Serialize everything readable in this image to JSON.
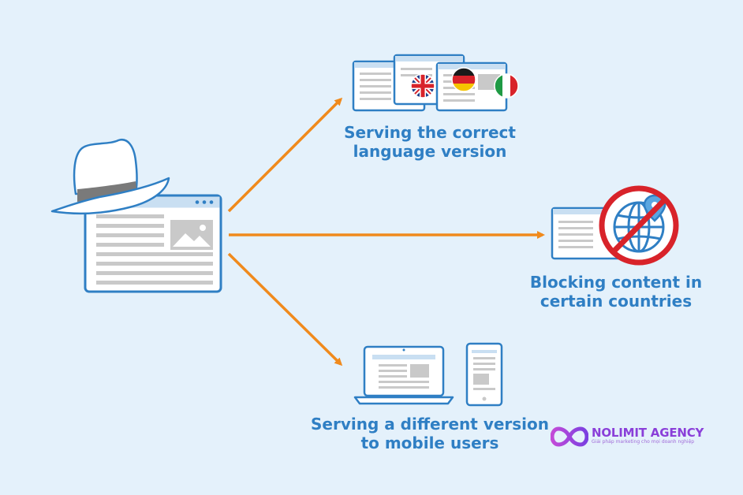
{
  "captions": {
    "language": {
      "line1": "Serving the correct",
      "line2": "language version"
    },
    "blocking": {
      "line1": "Blocking content in",
      "line2": "certain countries"
    },
    "mobile": {
      "line1": "Serving a different version",
      "line2": "to mobile users"
    }
  },
  "logo": {
    "name": "NOLIMIT AGENCY",
    "tagline": "Giải pháp marketing cho mọi doanh nghiệp"
  },
  "icons": {
    "hat": "white-hat-icon",
    "flags": [
      "uk-flag-icon",
      "germany-flag-icon",
      "italy-flag-icon"
    ],
    "blocked": "blocked-globe-icon",
    "devices": [
      "laptop-icon",
      "phone-icon"
    ]
  },
  "colors": {
    "background": "#e4f1fb",
    "accent_blue": "#2f7fc4",
    "arrow_orange": "#f08a1c",
    "block_red": "#d8232a",
    "logo_purple": "#8a3fd9"
  }
}
